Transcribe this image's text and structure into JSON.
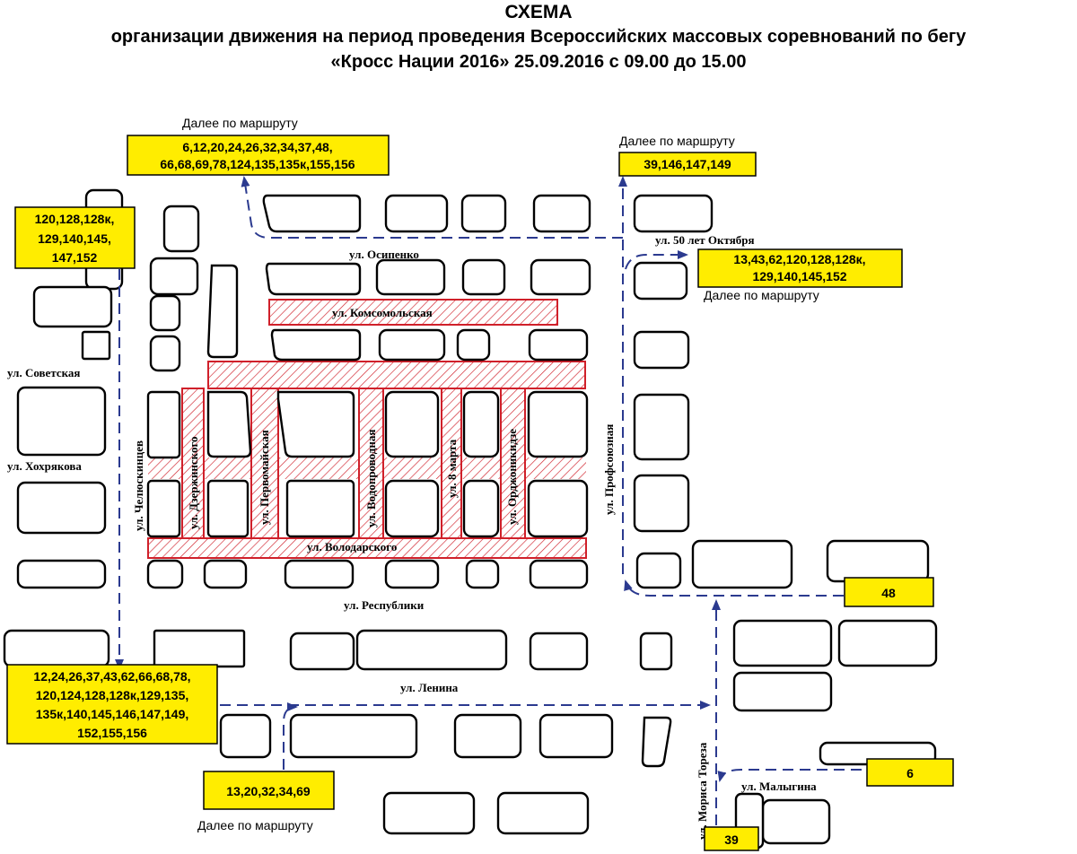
{
  "title": {
    "line1": "СХЕМА",
    "line2": "организации движения на период проведения Всероссийских массовых соревнований по бегу",
    "line3": "«Кросс Нации 2016» 25.09.2016 с 09.00 до 15.00"
  },
  "streets": {
    "osipenko": "ул. Осипенко",
    "komsomolskaya": "ул. Комсомольская",
    "sovetskaya": "ул. Советская",
    "khokhryakova": "ул. Хохрякова",
    "chelyuskintsev": "ул. Челюскинцев",
    "dzerzhinskogo": "ул. Дзержинского",
    "pervomayskaya": "ул. Первомайская",
    "vodoprovodnaya": "ул. Водопроводная",
    "march8": "ул. 8 марта",
    "ordzhonikidze": "ул. Орджоникидзе",
    "profsoyuznaya": "ул. Профсоюзная",
    "volodarskogo": "ул. Володарского",
    "respubliki": "ул. Республики",
    "lenina": "ул. Ленина",
    "oktyabrya50": "ул. 50 лет Октября",
    "morisaToreza": "ул. Мориса Тореза",
    "malygina": "ул. Малыгина"
  },
  "routes": {
    "top_center": {
      "line1": "6,12,20,24,26,32,34,37,48,",
      "line2": "66,68,69,78,124,135,135к,155,156"
    },
    "top_right": {
      "line1": "39,146,147,149"
    },
    "left_top": {
      "line1": "120,128,128к,",
      "line2": "129,140,145,",
      "line3": "147,152"
    },
    "right_mid": {
      "line1": "13,43,62,120,128,128к,",
      "line2": "129,140,145,152"
    },
    "bottom_left": {
      "line1": "12,24,26,37,43,62,66,68,78,",
      "line2": "120,124,128,128к,129,135,",
      "line3": "135к,140,145,146,147,149,",
      "line4": "152,155,156"
    },
    "bottom_center": {
      "line1": "13,20,32,34,69"
    },
    "r48": {
      "line1": "48"
    },
    "r6": {
      "line1": "6"
    },
    "r39": {
      "line1": "39"
    }
  },
  "notes": {
    "further_top_center": "Далее по маршруту",
    "further_top_right": "Далее по маршруту",
    "further_right_mid": "Далее по маршруту",
    "further_bottom": "Далее по маршруту"
  },
  "colors": {
    "route": "#2b3a8f",
    "closed": "#d0202a",
    "label_bg": "#ffed00"
  }
}
